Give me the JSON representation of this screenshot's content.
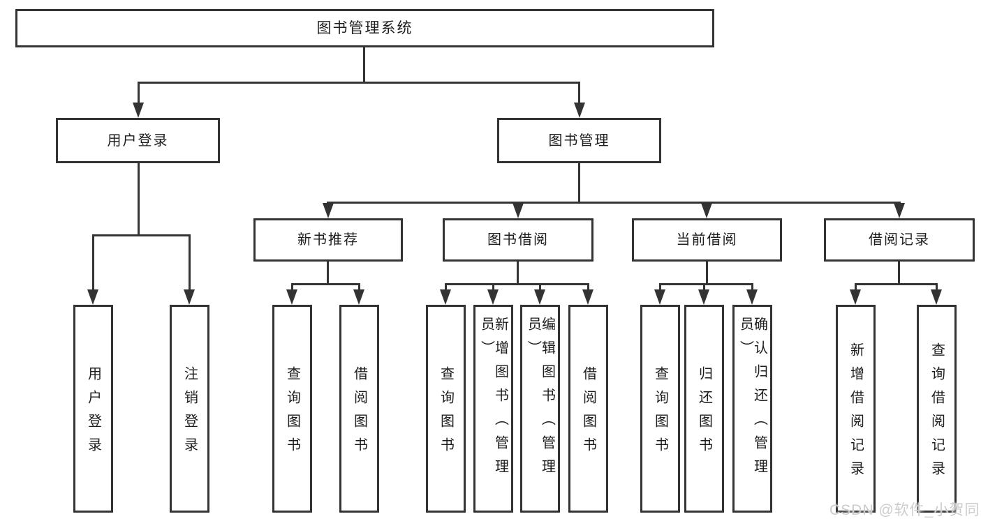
{
  "diagram": {
    "title": "图书管理系统",
    "colors": {
      "line": "#333333",
      "text": "#1d1d1d",
      "watermark": "#cccccc",
      "background": "#ffffff"
    },
    "watermark": "CSDN @软件_小贺同学",
    "nodes": {
      "root": "图书管理系统",
      "userLogin": "用户登录",
      "bookManagement": "图书管理",
      "newBookRecommend": "新书推荐",
      "bookBorrowing": "图书借阅",
      "currentBorrowing": "当前借阅",
      "borrowingRecords": "借阅记录",
      "userLoginLeaf": "用户登录",
      "logoutLeaf": "注销登录",
      "recQueryBooks": "查询图书",
      "recBorrowBooks": "借阅图书",
      "bbQueryBooks": "查询图书",
      "bbAddBooks": "新增图书（管理员）",
      "bbEditBooks": "编辑图书（管理员）",
      "bbBorrowBooks": "借阅图书",
      "cbQueryBooks": "查询图书",
      "cbReturnBooks": "归还图书",
      "cbConfirmReturn": "确认归还（管理员）",
      "brAddRecord": "新增借阅记录",
      "brQueryRecord": "查询借阅记录"
    }
  }
}
